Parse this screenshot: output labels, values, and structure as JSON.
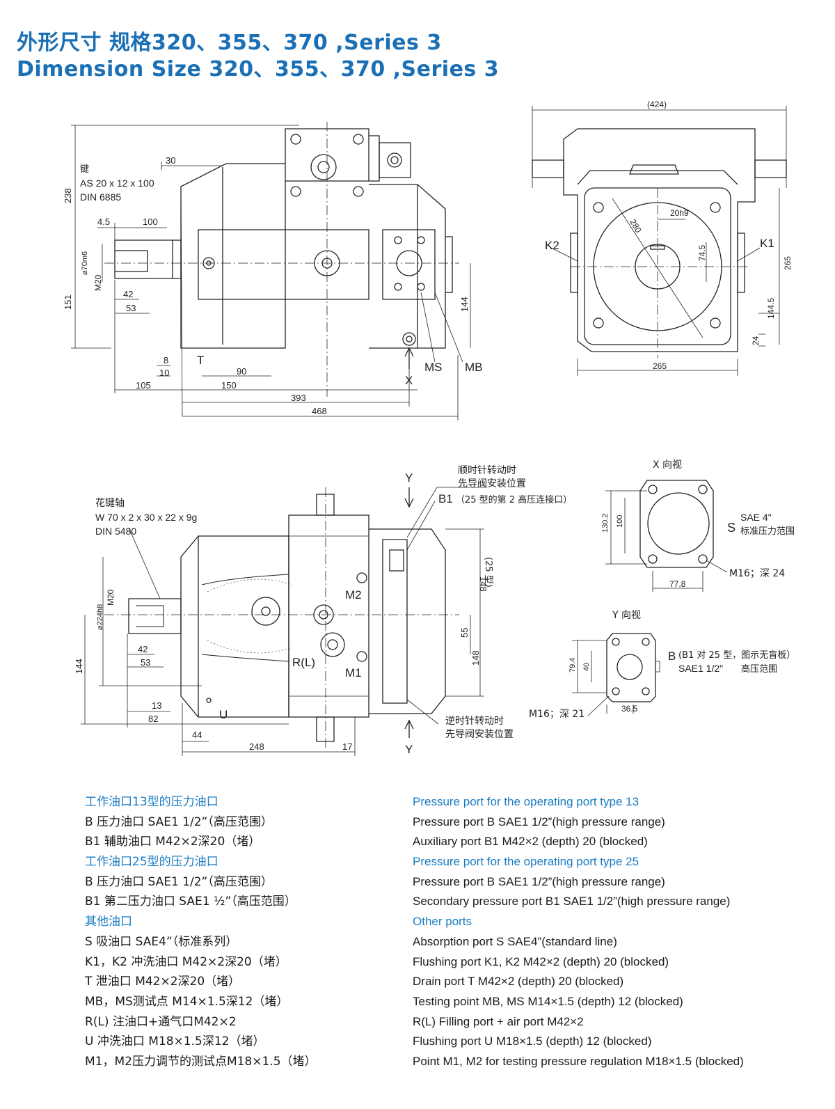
{
  "title": {
    "line1": "外形尺寸  规格320、355、370 ,Series 3",
    "line2": "Dimension  Size 320、355、370 ,Series 3"
  },
  "top_view": {
    "key_label": "键",
    "key_spec_1": "AS 20 x 12 x 100",
    "key_spec_2": "DIN 6885",
    "dims": {
      "d30": "30",
      "d238": "238",
      "d4_5": "4.5",
      "d100": "100",
      "d70": "⌀70m6",
      "dM20": "M20",
      "d42": "42",
      "d53": "53",
      "d151": "151",
      "d8": "8",
      "d10": "10",
      "d90": "90",
      "d105": "105",
      "d150": "150",
      "d393": "393",
      "d468": "468",
      "d144": "144"
    },
    "port_T": "T",
    "port_MS": "MS",
    "port_MB": "MB",
    "arrow_X": "X"
  },
  "end_view": {
    "dims": {
      "d424": "(424)",
      "d280": "280",
      "d20h9": "20h9",
      "d74_5": "74.5",
      "d265v": "265",
      "d144_5": "144.5",
      "d24": "24",
      "d265h": "265"
    },
    "port_K1": "K1",
    "port_K2": "K2"
  },
  "side_view": {
    "spline_label": "花键轴",
    "spline_spec_1": "W 70 x 2 x 30 x 22 x 9g",
    "spline_spec_2": "DIN 5480",
    "cw_label_1": "顺时针转动时",
    "cw_label_2": "先导阀安装位置",
    "b1_label": "B1",
    "b1_note": "（25 型的第 2 高压连接口）",
    "ccw_label_1": "逆时针转动时",
    "ccw_label_2": "先导阀安装位置",
    "arrow_Y_top": "Y",
    "arrow_Y_bottom": "Y",
    "port_M2": "M2",
    "port_M1": "M1",
    "port_RL": "R(L)",
    "port_U": "U",
    "dims": {
      "d148_25": "148",
      "d25type": "(25 型)",
      "dM20": "M20",
      "d224": "⌀224h8",
      "d42": "42",
      "d53": "53",
      "d144": "144",
      "d13": "13",
      "d82": "82",
      "d44": "44",
      "d248": "248",
      "d17": "17",
      "d55": "55",
      "d148": "148"
    }
  },
  "x_view": {
    "title": "X 向视",
    "port_S": "S",
    "s_spec": "SAE 4\"",
    "s_range": "标准压力范围",
    "thread": "M16；深 24",
    "dims": {
      "d130_2": "130.2",
      "d100": "100",
      "d77_8": "77.8"
    }
  },
  "y_view": {
    "title": "Y 向视",
    "port_B": "B",
    "b_note": "(B1 对 25 型，图示无盲板）",
    "b_spec": "SAE1 1/2\"",
    "b_range": "高压范围",
    "thread": "M16；深 21",
    "dims": {
      "d79_4": "79.4",
      "d40": "40",
      "d36_5": "36.5"
    }
  },
  "legend_cn": [
    {
      "text": "工作油口13型的压力油口",
      "heading": true
    },
    {
      "text": "B  压力油口     SAE1 1/2”（高压范围）",
      "heading": false
    },
    {
      "text": "B1 辅助油口     M42×2深20（堵）",
      "heading": false
    },
    {
      "text": "工作油口25型的压力油口",
      "heading": true
    },
    {
      "text": "B  压力油口     SAE1 1/2”（高压范围）",
      "heading": false
    },
    {
      "text": "B1 第二压力油口 SAE1 ½”（高压范围）",
      "heading": false
    },
    {
      "text": "其他油口",
      "heading": true
    },
    {
      "text": "S      吸油口    SAE4”（标准系列）",
      "heading": false
    },
    {
      "text": "K1，K2 冲洗油口  M42×2深20（堵）",
      "heading": false
    },
    {
      "text": "T      泄油口    M42×2深20（堵）",
      "heading": false
    },
    {
      "text": "MB，MS测试点    M14×1.5深12（堵）",
      "heading": false
    },
    {
      "text": "R(L)  注油口+通气口M42×2",
      "heading": false
    },
    {
      "text": "U      冲洗油口  M18×1.5深12（堵）",
      "heading": false
    },
    {
      "text": "M1，M2压力调节的测试点M18×1.5（堵）",
      "heading": false
    }
  ],
  "legend_en": [
    {
      "text": "Pressure port for the operating port type 13",
      "heading": true
    },
    {
      "text": "Pressure port B  SAE1 1/2”(high pressure range)",
      "heading": false
    },
    {
      "text": "Auxiliary port B1  M42×2 (depth) 20 (blocked)",
      "heading": false
    },
    {
      "text": "Pressure port for the operating port type 25",
      "heading": true
    },
    {
      "text": "Pressure port B    SAE1 1/2”(high pressure range)",
      "heading": false
    },
    {
      "text": "Secondary pressure port B1   SAE1 1/2”(high pressure range)",
      "heading": false
    },
    {
      "text": "Other ports",
      "heading": true
    },
    {
      "text": "Absorption port S  SAE4”(standard line)",
      "heading": false
    },
    {
      "text": "Flushing port K1, K2  M42×2 (depth)  20 (blocked)",
      "heading": false
    },
    {
      "text": "Drain port T  M42×2 (depth) 20 (blocked)",
      "heading": false
    },
    {
      "text": "Testing point MB, MS   M14×1.5 (depth) 12 (blocked)",
      "heading": false
    },
    {
      "text": "R(L)   Filling port + air port  M42×2",
      "heading": false
    },
    {
      "text": "Flushing port U    M18×1.5 (depth) 12 (blocked)",
      "heading": false
    },
    {
      "text": "Point M1, M2 for testing pressure regulation  M18×1.5 (blocked)",
      "heading": false
    }
  ]
}
